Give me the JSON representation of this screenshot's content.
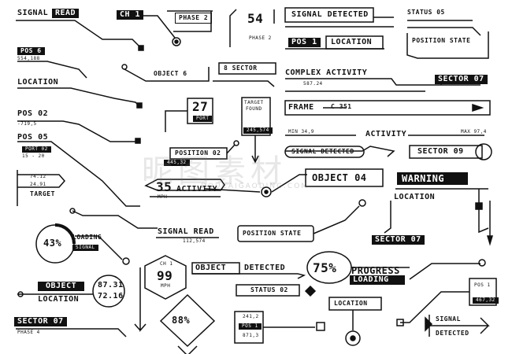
{
  "labels": {
    "signal_read": [
      "SIGNAL",
      "READ"
    ],
    "ch1": "CH 1",
    "phase2": "PHASE 2",
    "big54": "54",
    "phase2_small": "PHASE 2",
    "signal_detected_top": "SIGNAL DETECTED",
    "status05": "STATUS 05",
    "pos6": "POS 6",
    "pos6_val": "554,188",
    "object6": "OBJECT 6",
    "sector8": "8 SECTOR",
    "pos1": "POS 1",
    "location_box": "LOCATION",
    "position_state_top": "POSITION STATE",
    "location_left": "LOCATION",
    "complex_activity": "COMPLEX ACTIVITY",
    "complex_val": "587.24",
    "sector07_top": "SECTOR 07",
    "pos02": "POS 02",
    "pos02_val": "-719,5",
    "port_num": "27",
    "port_label": "PORT",
    "target_found": [
      "TARGET",
      "FOUND"
    ],
    "target_found_val": "245,574",
    "frame": "FRAME",
    "frame_val": "C 351",
    "pos05": "POS 05",
    "port02": "PORT 02",
    "port02_val": "15 - 20",
    "position02": "POSITION 02",
    "position02_val": "445,32",
    "min": "MIN 34,9",
    "activity_mid": "ACTIVITY",
    "max": "MAX 97,4",
    "signal_detected_mid": "SIGNAL DETECTED",
    "sector09": "SECTOR 09",
    "coord_a": "74.12",
    "coord_b": "24.91",
    "target": "TARGET",
    "mph_num": "35",
    "mph_label": "MPH",
    "activity_left": "ACTIVITY",
    "object04": "OBJECT 04",
    "warning": "WARNING",
    "location_right": "LOCATION",
    "pct43": "43%",
    "loading": "LOADING",
    "signal_small": "SIGNAL",
    "signal_read2": "SIGNAL READ",
    "signal_read2_val": "112,574",
    "position_state_mid": "POSITION STATE",
    "sector07_mid": "SECTOR 07",
    "ch1_b": "CH 1",
    "mph99": "99",
    "mph_b": "MPH",
    "object_detected": [
      "OBJECT",
      "DETECTED"
    ],
    "pct75": "75%",
    "progress": "PROGRESS",
    "loading2": "LOADING",
    "pos1_right": "POS 1",
    "pos1_right_val": "467,32",
    "object_left": "OBJECT",
    "location_left2": "LOCATION",
    "val1": "87.31",
    "val2": "72.16",
    "status02": "STATUS 02",
    "pct88": "88%",
    "p241": "241,2",
    "pos1_small": "POS 1",
    "p871": "871,3",
    "location_bottom": "LOCATION",
    "signal_bottom": "SIGNAL",
    "detected_bottom": "DETECTED",
    "sector07_bottom": "SECTOR 07",
    "phase4": "PHASE 4"
  },
  "watermark": {
    "text": "昵图素材",
    "url": "DOUCAIGAODING.COM"
  },
  "colors": {
    "ink": "#111111",
    "background": "#ffffff"
  }
}
